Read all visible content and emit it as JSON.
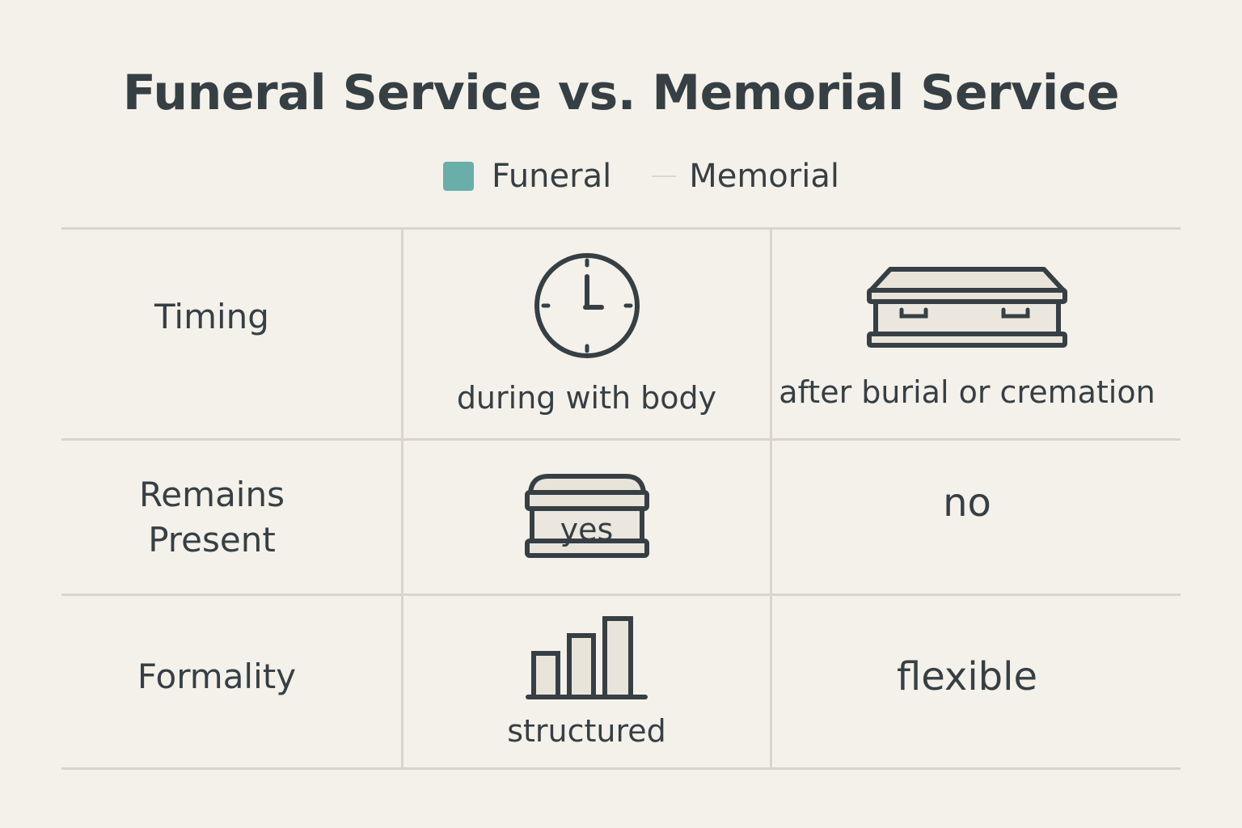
{
  "title": "Funeral Service vs. Memorial Service",
  "legend": {
    "funeral": {
      "label": "Funeral",
      "color": "#6aaeaa"
    },
    "memorial": {
      "label": "Memorial",
      "color": "#dcd8cf"
    }
  },
  "rows": [
    {
      "label_line1": "Timing",
      "funeral": {
        "icon": "clock-icon",
        "text": "during with body"
      },
      "memorial": {
        "icon": "casket-icon",
        "text": "after burial or cremation"
      }
    },
    {
      "label_line1": "Remains",
      "label_line2": "Present",
      "funeral": {
        "icon": "casket-icon",
        "text": "yes"
      },
      "memorial": {
        "text": "no"
      }
    },
    {
      "label_line1": "Formality",
      "funeral": {
        "icon": "bar-chart-icon",
        "text": "structured"
      },
      "memorial": {
        "text": "flexible"
      }
    }
  ],
  "colors": {
    "background": "#f4f1ea",
    "ink": "#363f44",
    "icon_fill": "#e8e4da",
    "grid": "#d9d5cc"
  }
}
